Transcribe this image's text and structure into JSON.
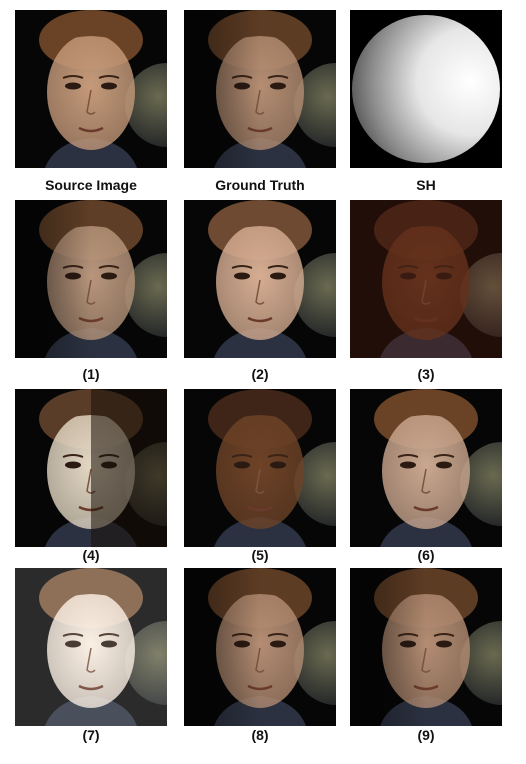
{
  "figure": {
    "panels": [
      {
        "id": "source",
        "caption": "Source Image",
        "kind": "face",
        "tone": "#c59a7a",
        "hair": "#6a4327",
        "lighting": "even"
      },
      {
        "id": "gt",
        "caption": "Ground Truth",
        "kind": "face",
        "tone": "#b58e73",
        "hair": "#5d3c24",
        "lighting": "left-shadow"
      },
      {
        "id": "sh",
        "caption": "SH",
        "kind": "sphere",
        "lighting": "lit-from-right"
      },
      {
        "id": "p1",
        "caption": "(1)",
        "kind": "face",
        "tone": "#b8967c",
        "hair": "#5e3e26",
        "lighting": "left-shadow"
      },
      {
        "id": "p2",
        "caption": "(2)",
        "kind": "face",
        "tone": "#d6ad92",
        "hair": "#6d4a31",
        "lighting": "bright"
      },
      {
        "id": "p3",
        "caption": "(3)",
        "kind": "face",
        "tone": "#6b3b22",
        "hair": "#3f2517",
        "lighting": "reddish-dark"
      },
      {
        "id": "p4",
        "caption": "(4)",
        "kind": "face",
        "tone": "#e4d8c4",
        "hair": "#5a3d28",
        "lighting": "bright-left-dark-right"
      },
      {
        "id": "p5",
        "caption": "(5)",
        "kind": "face",
        "tone": "#6e4327",
        "hair": "#3f2517",
        "lighting": "dark-brown"
      },
      {
        "id": "p6",
        "caption": "(6)",
        "kind": "face",
        "tone": "#caa78f",
        "hair": "#6a4327",
        "lighting": "even"
      },
      {
        "id": "p7",
        "caption": "(7)",
        "kind": "face",
        "tone": "#fbeee0",
        "hair": "#7b573c",
        "lighting": "overexposed"
      },
      {
        "id": "p8",
        "caption": "(8)",
        "kind": "face",
        "tone": "#b48d73",
        "hair": "#5d3c24",
        "lighting": "left-shadow"
      },
      {
        "id": "p9",
        "caption": "(9)",
        "kind": "face",
        "tone": "#b48d73",
        "hair": "#5d3c24",
        "lighting": "left-shadow"
      }
    ]
  }
}
